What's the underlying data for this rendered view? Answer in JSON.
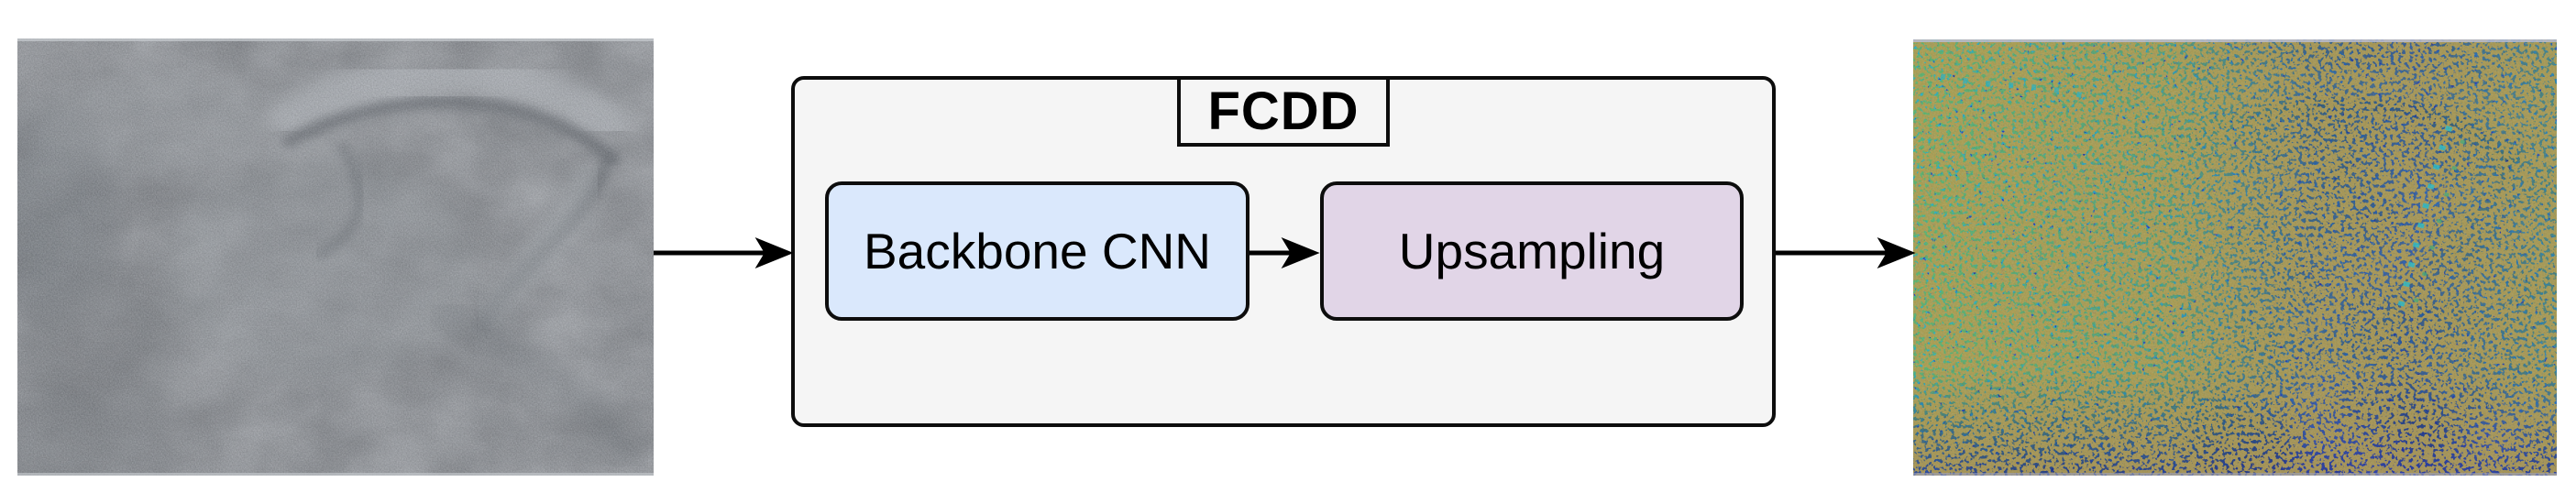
{
  "figure": {
    "title": "FCDD",
    "container": {
      "label": "FCDD",
      "fill": "#f5f5f5",
      "stroke": "#0d0d0d"
    },
    "nodes": [
      {
        "label": "Backbone CNN",
        "fill": "#dae8fc",
        "stroke": "#0d0d0d"
      },
      {
        "label": "Upsampling",
        "fill": "#e1d5e7",
        "stroke": "#0d0d0d"
      }
    ],
    "arrows": [
      {
        "from": "input-image",
        "to": "fcdd-container"
      },
      {
        "from": "backbone-cnn",
        "to": "upsampling"
      },
      {
        "from": "fcdd-container",
        "to": "anomaly-heatmap"
      }
    ],
    "images": {
      "input": {
        "name": "input-texture-photo"
      },
      "output": {
        "name": "anomaly-heatmap"
      }
    },
    "colors": {
      "canvas_bg": "#ffffff",
      "arrow": "#000000",
      "input_base_gray": "#8f949a",
      "heatmap_base_blue": "#262e85",
      "speckle_cyan": "#35e0c8",
      "speckle_green": "#7ddd55",
      "speckle_yellow": "#e0c03a"
    }
  }
}
